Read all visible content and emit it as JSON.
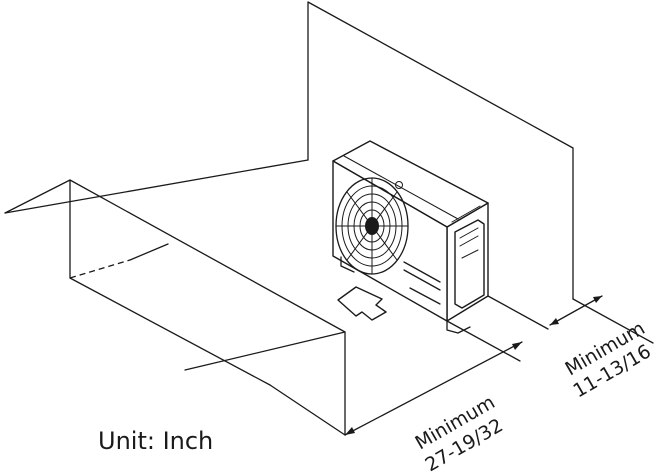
{
  "dimensions": {
    "side_clearance": {
      "label": "Minimum",
      "value": "11-13/16"
    },
    "front_clearance": {
      "label": "Minimum",
      "value": "27-19/32"
    }
  },
  "unit_note": "Unit: Inch",
  "icons": {
    "airflow": "airflow-arrow-icon",
    "fan": "fan-icon"
  },
  "colors": {
    "line": "#1a1a1a",
    "background": "#ffffff"
  }
}
